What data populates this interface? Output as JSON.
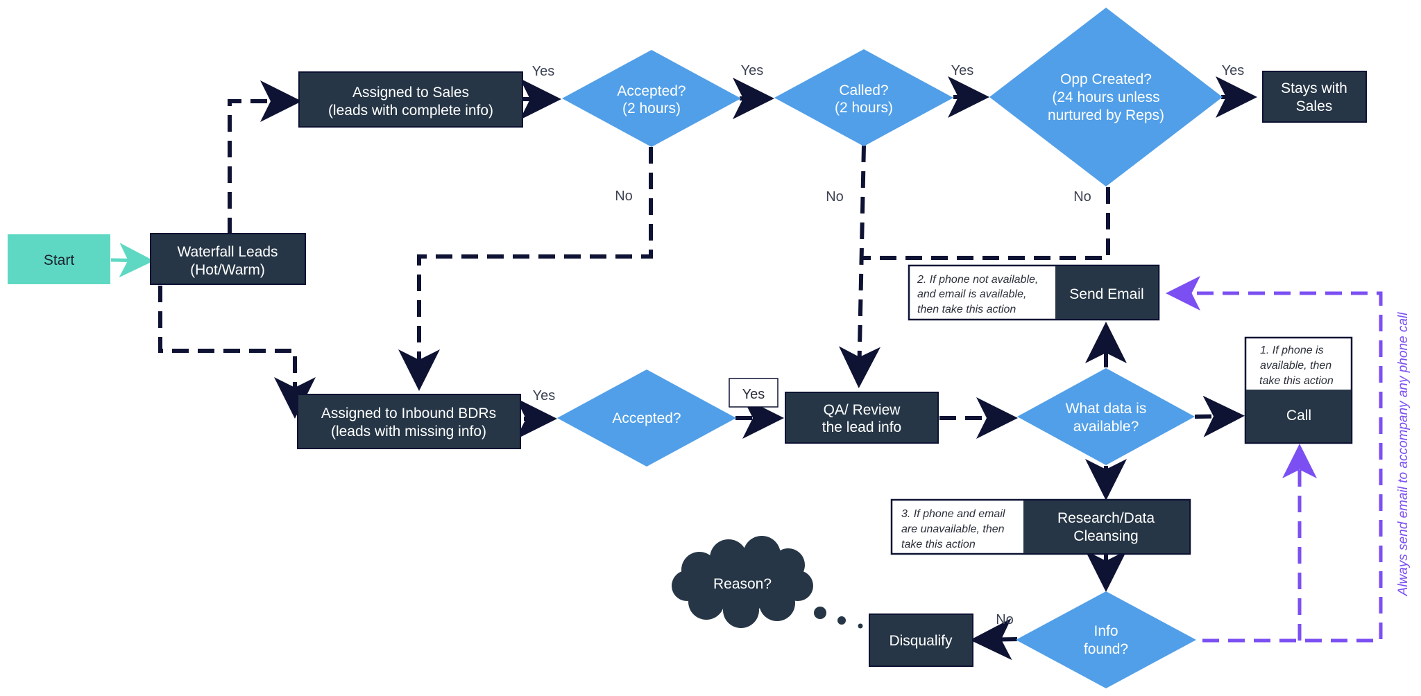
{
  "colors": {
    "dark_node": "#263646",
    "decision": "#519fe8",
    "start": "#5ed8c2",
    "edge": "#0e1233",
    "purple": "#7b4ff2",
    "edge_text": "#3c4253"
  },
  "nodes": {
    "start": "Start",
    "waterfall": [
      "Waterfall Leads",
      "(Hot/Warm)"
    ],
    "assigned_sales": [
      "Assigned to Sales",
      "(leads with complete info)"
    ],
    "accepted_top": [
      "Accepted?",
      "(2 hours)"
    ],
    "called": [
      "Called?",
      "(2 hours)"
    ],
    "opp_created": [
      "Opp Created?",
      "(24 hours unless",
      "nurtured by Reps)"
    ],
    "stays_sales": [
      "Stays with",
      "Sales"
    ],
    "assigned_bdrs": [
      "Assigned to Inbound BDRs",
      "(leads with missing info)"
    ],
    "accepted_bottom": "Accepted?",
    "qa_review": [
      "QA/ Review",
      "the lead info"
    ],
    "what_data": [
      "What data is",
      "available?"
    ],
    "send_email": "Send Email",
    "call": "Call",
    "research": [
      "Research/Data",
      "Cleansing"
    ],
    "info_found": [
      "Info",
      "found?"
    ],
    "disqualify": "Disqualify",
    "reason": "Reason?"
  },
  "notes": {
    "send_email": [
      "2. If phone not available,",
      "and email is available,",
      "then take this action"
    ],
    "call": [
      "1. If phone is",
      "available, then",
      "take this action"
    ],
    "research": [
      "3. If phone and email",
      "are unavailable, then",
      "take this action"
    ],
    "side": "Always send email to accompany any phone call"
  },
  "edge_labels": {
    "yes_1": "Yes",
    "yes_2": "Yes",
    "yes_3": "Yes",
    "yes_4": "Yes",
    "yes_5": "Yes",
    "yes_6": "Yes",
    "no_1": "No",
    "no_2": "No",
    "no_3": "No",
    "no_4": "No"
  }
}
